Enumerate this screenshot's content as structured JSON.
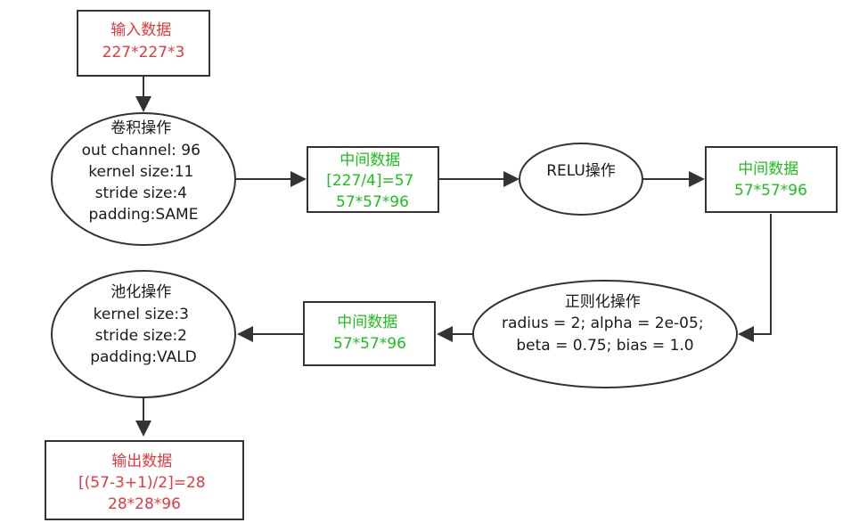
{
  "colors": {
    "stroke": "#333333",
    "black_text": "#1a1a1a",
    "red_text": "#e8383d",
    "green_text": "#1fbf1f"
  },
  "nodes": {
    "input": {
      "lines": [
        "输入数据",
        "227*227*3"
      ]
    },
    "conv": {
      "lines": [
        "卷积操作",
        "out channel: 96",
        "kernel size:11",
        "stride size:4",
        "padding:SAME"
      ]
    },
    "mid1": {
      "lines": [
        "中间数据",
        "[227/4]=57",
        "57*57*96"
      ]
    },
    "relu": {
      "lines": [
        "RELU操作"
      ]
    },
    "mid2": {
      "lines": [
        "中间数据",
        "57*57*96"
      ]
    },
    "norm": {
      "lines": [
        "正则化操作",
        "radius = 2; alpha = 2e-05;",
        "beta = 0.75; bias = 1.0"
      ]
    },
    "mid3": {
      "lines": [
        "中间数据",
        "57*57*96"
      ]
    },
    "pool": {
      "lines": [
        "池化操作",
        "kernel size:3",
        "stride size:2",
        "padding:VALD"
      ]
    },
    "output": {
      "lines": [
        "输出数据",
        "[(57-3+1)/2]=28",
        "28*28*96"
      ]
    }
  }
}
